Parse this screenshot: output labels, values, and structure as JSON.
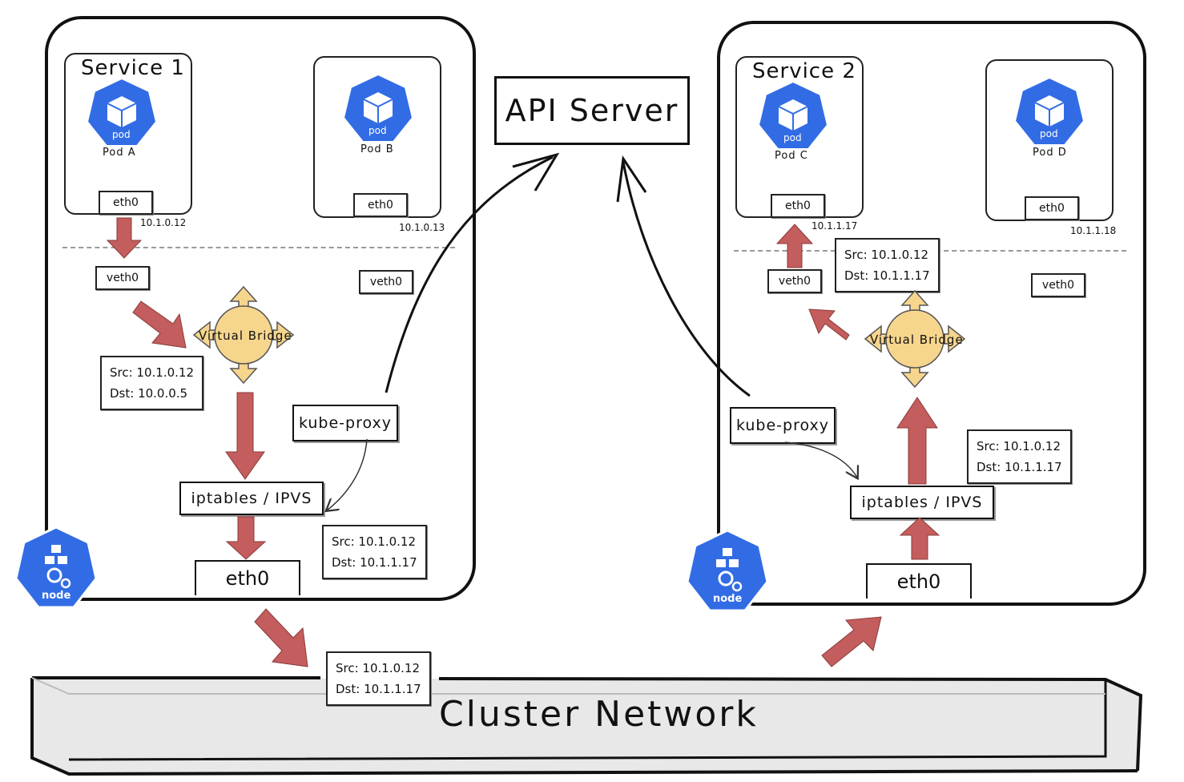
{
  "api_server": {
    "label": "API Server"
  },
  "cluster_network": {
    "label": "Cluster Network"
  },
  "left_node": {
    "icon_label": "node",
    "service_title": "Service 1",
    "pod_a": {
      "icon_text": "pod",
      "label": "Pod A",
      "iface": "eth0",
      "ip": "10.1.0.12",
      "veth": "veth0"
    },
    "pod_b": {
      "icon_text": "pod",
      "label": "Pod B",
      "iface": "eth0",
      "ip": "10.1.0.13",
      "veth": "veth0"
    },
    "bridge_label": "Virtual Bridge",
    "packet_bridge": {
      "src": "Src: 10.1.0.12",
      "dst": "Dst: 10.0.0.5"
    },
    "kube_proxy": "kube-proxy",
    "iptables": "iptables / IPVS",
    "packet_iptables": {
      "src": "Src: 10.1.0.12",
      "dst": "Dst: 10.1.1.17"
    },
    "eth0": "eth0"
  },
  "right_node": {
    "icon_label": "node",
    "service_title": "Service 2",
    "pod_c": {
      "icon_text": "pod",
      "label": "Pod C",
      "iface": "eth0",
      "ip": "10.1.1.17",
      "veth": "veth0"
    },
    "pod_d": {
      "icon_text": "pod",
      "label": "Pod D",
      "iface": "eth0",
      "ip": "10.1.1.18",
      "veth": "veth0"
    },
    "bridge_label": "Virtual Bridge",
    "packet_veth": {
      "src": "Src: 10.1.0.12",
      "dst": "Dst: 10.1.1.17"
    },
    "kube_proxy": "kube-proxy",
    "iptables": "iptables / IPVS",
    "packet_iptables": {
      "src": "Src: 10.1.0.12",
      "dst": "Dst: 10.1.1.17"
    },
    "eth0": "eth0"
  },
  "packet_network": {
    "src": "Src: 10.1.0.12",
    "dst": "Dst: 10.1.1.17"
  },
  "colors": {
    "arrow_red": "#c45d5d",
    "bridge_yellow": "#f6d58d",
    "k8s_blue": "#326ce5"
  }
}
